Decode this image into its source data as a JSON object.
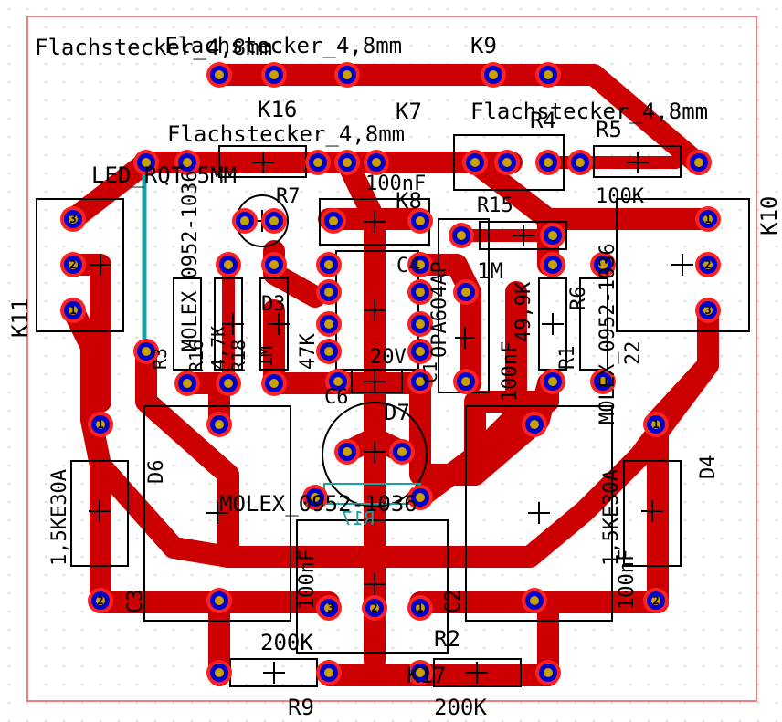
{
  "colors": {
    "background": "#ffffff",
    "board_edge": "#f08080",
    "copper": "#cc0000",
    "pad_ring": "#ff2020",
    "pad_drill": "#0000cc",
    "pad_center": "#c8a000",
    "silkscreen": "#000000",
    "bottom_silk": "#1aa0a0",
    "grid_dot": "#c0c0c0"
  },
  "labels": [
    {
      "id": "lbl-flach-1",
      "text": "Flachstecker_4,8mm"
    },
    {
      "id": "lbl-flach-2",
      "text": "Flachstecker_4,8mm"
    },
    {
      "id": "lbl-k9",
      "text": "K9"
    },
    {
      "id": "lbl-k16",
      "text": "K16"
    },
    {
      "id": "lbl-k7",
      "text": "K7"
    },
    {
      "id": "lbl-flach-3",
      "text": "Flachstecker_4,8mm"
    },
    {
      "id": "lbl-flach-4",
      "text": "Flachstecker_4,8mm"
    },
    {
      "id": "lbl-r4",
      "text": "R4"
    },
    {
      "id": "lbl-r5",
      "text": "R5"
    },
    {
      "id": "lbl-led",
      "text": "LED_RQT_5MM"
    },
    {
      "id": "lbl-100nf-top",
      "text": "100nF"
    },
    {
      "id": "lbl-r7",
      "text": "R7"
    },
    {
      "id": "lbl-k8",
      "text": "K8"
    },
    {
      "id": "lbl-100k",
      "text": "100K"
    },
    {
      "id": "lbl-r15",
      "text": "R15"
    },
    {
      "id": "lbl-k10",
      "text": "K10"
    },
    {
      "id": "lbl-c4",
      "text": "C4"
    },
    {
      "id": "lbl-1m-a",
      "text": "1M"
    },
    {
      "id": "lbl-opa",
      "text": "OPA604AP"
    },
    {
      "id": "lbl-k11",
      "text": "K11"
    },
    {
      "id": "lbl-d3",
      "text": "D3"
    },
    {
      "id": "lbl-47k",
      "text": "47K"
    },
    {
      "id": "lbl-20v",
      "text": "20V"
    },
    {
      "id": "lbl-499k",
      "text": "49,9K"
    },
    {
      "id": "lbl-r6",
      "text": "R6"
    },
    {
      "id": "lbl-r1",
      "text": "R1"
    },
    {
      "id": "lbl-22",
      "text": "22"
    },
    {
      "id": "lbl-molex-r",
      "text": "MOLEX_0952-1036"
    },
    {
      "id": "lbl-molex-l",
      "text": "MOLEX_0952-1036"
    },
    {
      "id": "lbl-100nf-mid",
      "text": "100nF"
    },
    {
      "id": "lbl-r16",
      "text": "R16"
    },
    {
      "id": "lbl-r18",
      "text": "R18"
    },
    {
      "id": "lbl-r3",
      "text": "R3"
    },
    {
      "id": "lbl-1m-b",
      "text": "1M"
    },
    {
      "id": "lbl-4-7k",
      "text": "4,7K"
    },
    {
      "id": "lbl-c6",
      "text": "C6"
    },
    {
      "id": "lbl-c1",
      "text": "C1"
    },
    {
      "id": "lbl-d7",
      "text": "D7"
    },
    {
      "id": "lbl-d6",
      "text": "D6"
    },
    {
      "id": "lbl-d4",
      "text": "D4"
    },
    {
      "id": "lbl-molex-c",
      "text": "MOLEX_0952-1036"
    },
    {
      "id": "lbl-1-5ke-l",
      "text": "1,5KE30A"
    },
    {
      "id": "lbl-1-5ke-r",
      "text": "1,5KE30A"
    },
    {
      "id": "lbl-c3",
      "text": "C3"
    },
    {
      "id": "lbl-c2",
      "text": "C2"
    },
    {
      "id": "lbl-100nf-l",
      "text": "100nF"
    },
    {
      "id": "lbl-100nf-r",
      "text": "100nF"
    },
    {
      "id": "lbl-200k-a",
      "text": "200K"
    },
    {
      "id": "lbl-r2",
      "text": "R2"
    },
    {
      "id": "lbl-k17",
      "text": "K17"
    },
    {
      "id": "lbl-r9",
      "text": "R9"
    },
    {
      "id": "lbl-200k-b",
      "text": "200K"
    },
    {
      "id": "lbl-r17-bot",
      "text": "R17"
    }
  ],
  "pad_numbers": {
    "one": "1",
    "two": "2",
    "three": "3"
  }
}
